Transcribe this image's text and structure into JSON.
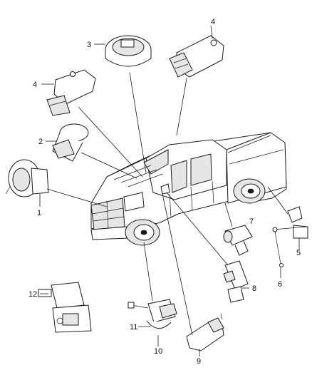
{
  "callouts": [
    {
      "id": "1",
      "label": "1"
    },
    {
      "id": "2",
      "label": "2"
    },
    {
      "id": "3",
      "label": "3"
    },
    {
      "id": "4a",
      "label": "4"
    },
    {
      "id": "4b",
      "label": "4"
    },
    {
      "id": "5",
      "label": "5"
    },
    {
      "id": "6",
      "label": "6"
    },
    {
      "id": "7",
      "label": "7"
    },
    {
      "id": "8",
      "label": "8"
    },
    {
      "id": "9",
      "label": "9"
    },
    {
      "id": "10",
      "label": "10"
    },
    {
      "id": "11",
      "label": "11"
    },
    {
      "id": "12",
      "label": "12"
    }
  ]
}
